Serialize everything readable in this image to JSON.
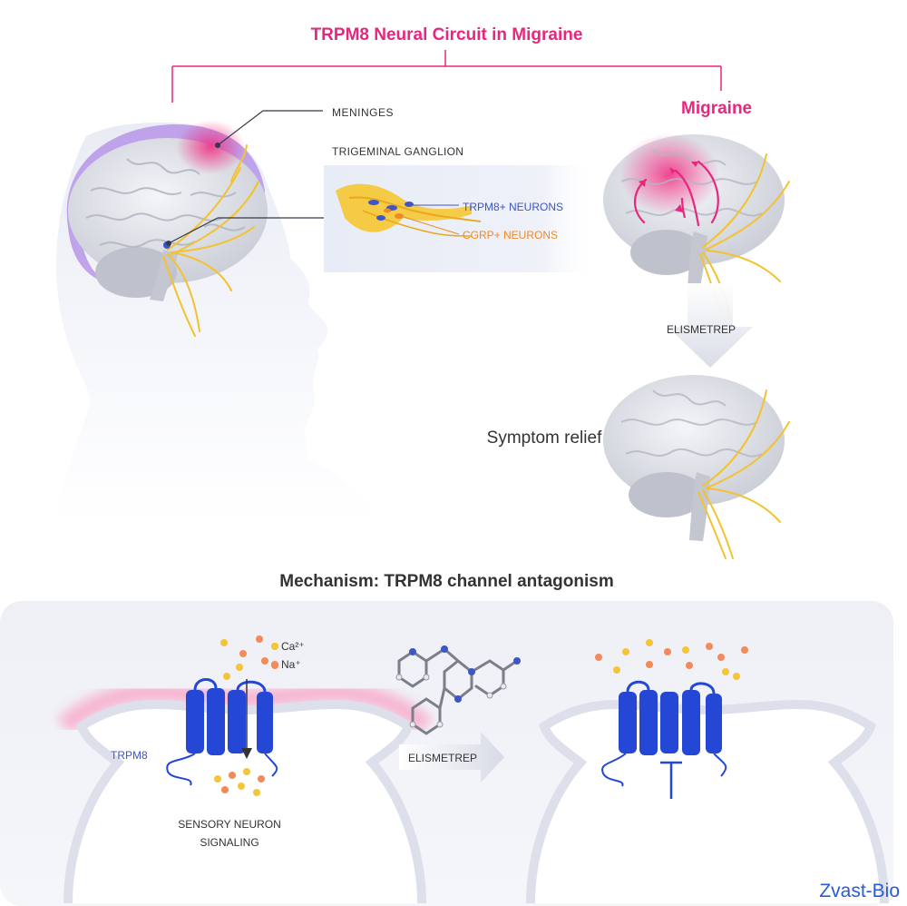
{
  "diagram": {
    "title": "TRPM8 Neural Circuit in Migraine",
    "labels": {
      "meninges": "MENINGES",
      "trigeminal_ganglion": "TRIGEMINAL GANGLION",
      "trpm8_neurons": "TRPM8+ NEURONS",
      "cgrp_neurons": "CGRP+ NEURONS",
      "migraine": "Migraine",
      "elismetrep_top": "ELISMETREP",
      "symptom_relief": "Symptom relief"
    },
    "mechanism": {
      "title": "Mechanism: TRPM8 channel antagonism",
      "calcium": "Ca²⁺",
      "sodium": "Na⁺",
      "channel_label": "TRPM8",
      "drug_label": "ELISMETREP",
      "signaling": "SENSORY NEURON SIGNALING"
    },
    "watermark": "Zvast-Bio",
    "colors": {
      "accent_magenta": "#e8267d",
      "trpm8_blue": "#3c55c8",
      "channel_blue": "#2447d6",
      "cgrp_orange": "#f08a24",
      "nerve_yellow": "#f2c230",
      "meninges_purple": "#a57be0",
      "brain_gray": "#d9dbe2"
    }
  }
}
